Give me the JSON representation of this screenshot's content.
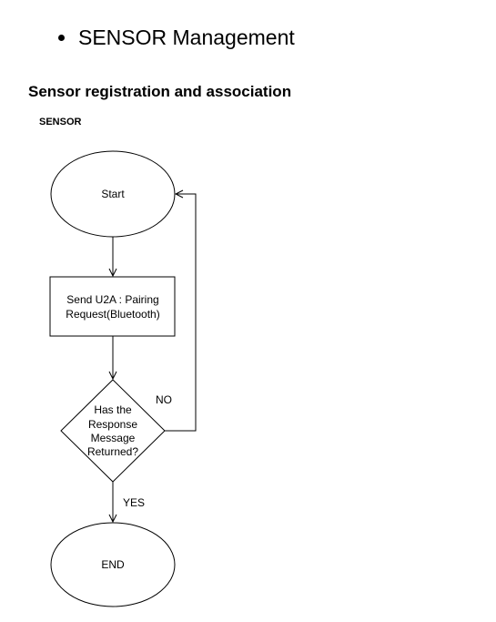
{
  "page": {
    "bullet_item": "SENSOR Management",
    "section_title": "Sensor registration and association",
    "diagram_subtitle": "SENSOR"
  },
  "flowchart": {
    "start_label": "Start",
    "process_line1": "Send U2A : Pairing",
    "process_line2": "Request(Bluetooth)",
    "decision_line1": "Has the",
    "decision_line2": "Response",
    "decision_line3": "Message",
    "decision_line4": "Returned?",
    "no_label": "NO",
    "yes_label": "YES",
    "end_label": "END"
  },
  "colors": {
    "stroke": "#000000",
    "background": "#ffffff"
  }
}
